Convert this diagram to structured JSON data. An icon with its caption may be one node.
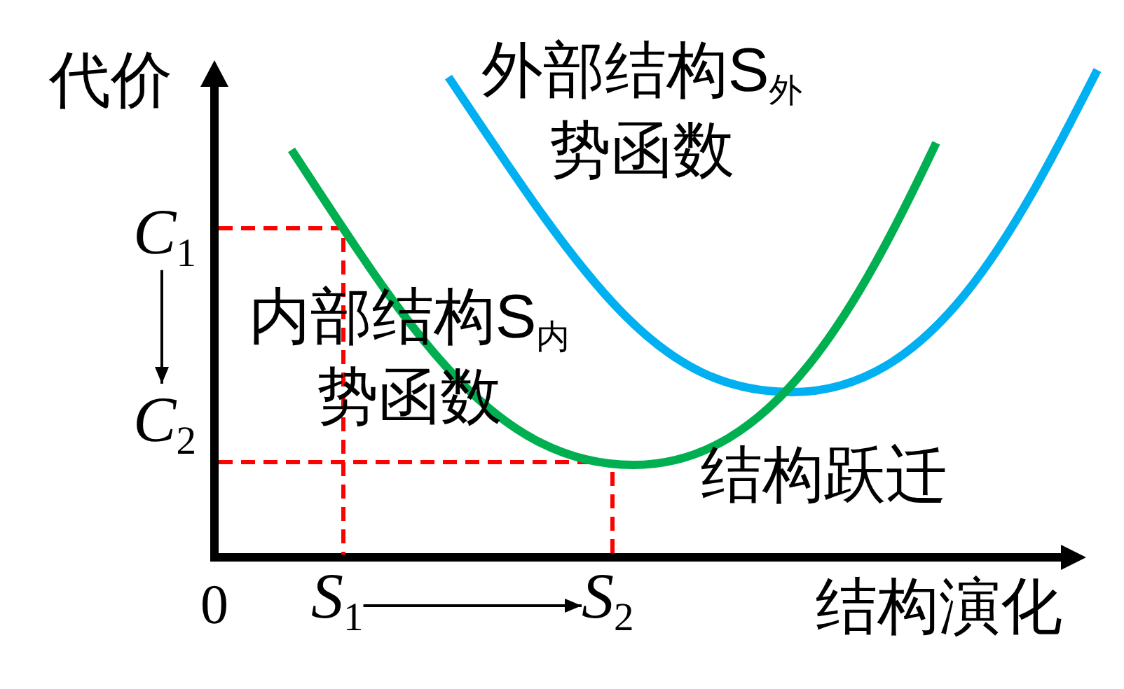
{
  "diagram": {
    "nodes": [
      {
        "text": [
          "*C*$_{1}$"
        ]
      },
      {
        "text": [
          "*C*$_{2}$"
        ]
      },
      {
        "text": [
          "*S*$_{1}$"
        ]
      },
      {
        "text": [
          "*S*$_{2}$"
        ]
      }
    ],
    "edges": [
      {
        "from": 0,
        "to": 1,
        "arrow": "to"
      },
      {
        "from": 2,
        "to": 3,
        "arrow": "to"
      }
    ],
    "labels": [
      "外部结构S$_{外}$势函数",
      "代价",
      "内部结构S$_{内}$势函数",
      "结构跃迁",
      "0",
      "结构演化"
    ]
  }
}
